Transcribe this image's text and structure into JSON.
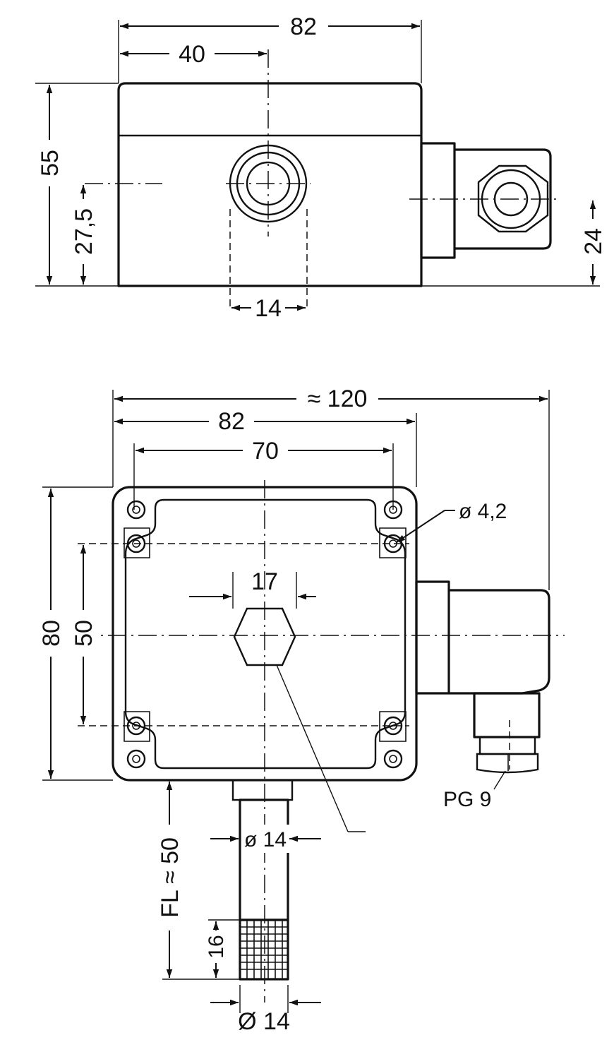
{
  "top_view": {
    "width": "82",
    "offset": "40",
    "height": "55",
    "half_height": "27,5",
    "cable_axis": "24",
    "bore": "14"
  },
  "front_view": {
    "overall_width": "≈ 120",
    "width": "82",
    "hole_spacing_x": "70",
    "hole_diameter": "ø 4,2",
    "hex": "17",
    "height": "80",
    "hole_spacing_y": "50",
    "gland": "PG 9",
    "probe_diameter": "ø 14",
    "probe_length": "FL ≈ 50",
    "filter_length": "16",
    "filter_diameter": "Ø 14"
  }
}
